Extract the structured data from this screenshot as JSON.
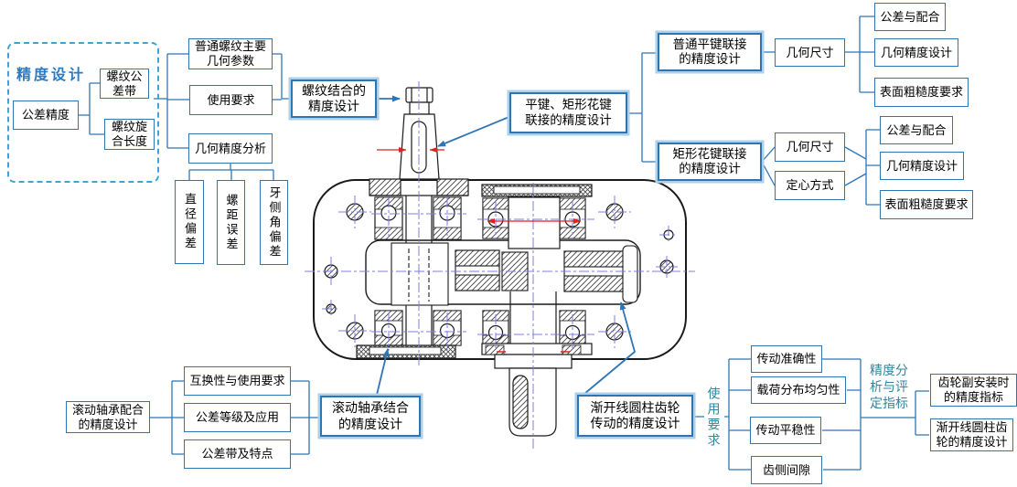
{
  "colors": {
    "box_border": "#2e75b6",
    "callout_glow": "#aecfe8",
    "dashed_border": "#3fa3d6",
    "title_blue": "#2b7bc4",
    "teal_label": "#31859c",
    "connector": "#2e75b6",
    "centerline_blue": "#7d7de0",
    "red_accent": "#dd2222",
    "drawing_line": "#1a1a1a"
  },
  "root_panel": {
    "title": "精度设计",
    "tolerance": "公差精度",
    "thread_tolerance_zone": "螺纹公差带",
    "thread_engagement": "螺纹旋合长度"
  },
  "thread": {
    "main_params": "普通螺纹主要几何参数",
    "usage": "使用要求",
    "analysis": "几何精度分析",
    "dev_diameter": "直径偏差",
    "dev_pitch": "螺距误差",
    "dev_flank": "牙侧角偏差",
    "callout": "螺纹结合的精度设计"
  },
  "key_spline": {
    "callout": "平键、矩形花键联接的精度设计",
    "flat_key": {
      "title": "普通平键联接的精度设计",
      "geometry": "几何尺寸",
      "items": [
        "公差与配合",
        "几何精度设计",
        "表面粗糙度要求"
      ]
    },
    "spline": {
      "title": "矩形花键联接的精度设计",
      "geometry": "几何尺寸",
      "centering": "定心方式",
      "items": [
        "公差与配合",
        "几何精度设计",
        "表面粗糙度要求"
      ]
    }
  },
  "bearing": {
    "title": "滚动轴承配合的精度设计",
    "items": [
      "互换性与使用要求",
      "公差等级及应用",
      "公差带及特点"
    ],
    "callout": "滚动轴承结合的精度设计"
  },
  "gear": {
    "callout": "渐开线圆柱齿轮传动的精度设计",
    "usage_label": "使用要求",
    "requirements": [
      "传动准确性",
      "载荷分布均匀性",
      "传动平稳性",
      "齿侧间隙"
    ],
    "analysis_label": "精度分析与评定指标",
    "indicator_install": "齿轮副安装时的精度指标",
    "indicator_gear": "渐开线圆柱齿轮的精度设计"
  }
}
